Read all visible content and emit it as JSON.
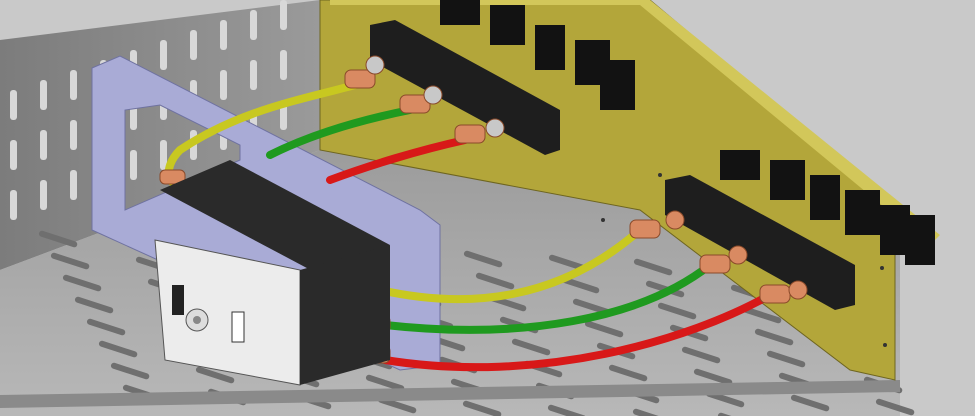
{
  "scene": {
    "colors": {
      "background": "#c9c9c9",
      "sheet_metal": "#b4b4b4",
      "sheet_metal_dark": "#8e8e8e",
      "back_panel": "#b3a63a",
      "terminal_block": "#1e1e1e",
      "bracket": "#a9abd6",
      "breaker_body": "#e9e9e9",
      "copper_lug": "#d98a62",
      "wire_yellow": "#c8c820",
      "wire_green": "#1f9a1f",
      "wire_red": "#d81818"
    },
    "wires": [
      {
        "color": "yellow"
      },
      {
        "color": "green"
      },
      {
        "color": "red"
      }
    ]
  }
}
